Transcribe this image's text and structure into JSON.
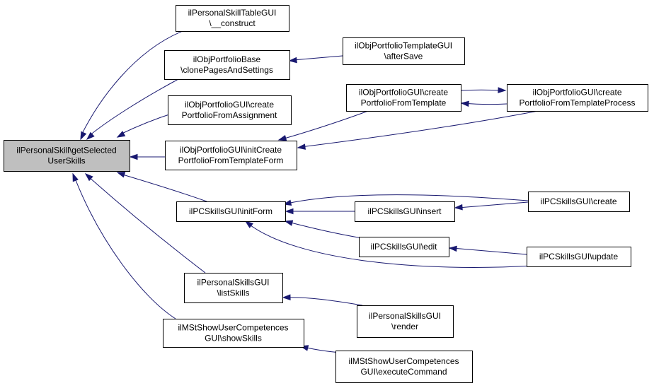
{
  "diagram": {
    "colors": {
      "edge": "#191970",
      "root_fill": "#bfbfbf",
      "node_fill": "#ffffff",
      "node_border": "#000000"
    },
    "nodes": [
      {
        "id": "root",
        "lines": [
          "ilPersonalSkill\\getSelected",
          "UserSkills"
        ],
        "root": true
      },
      {
        "id": "pstable",
        "lines": [
          "ilPersonalSkillTableGUI",
          "\\__construct"
        ]
      },
      {
        "id": "pfbase",
        "lines": [
          "ilObjPortfolioBase",
          "\\clonePagesAndSettings"
        ]
      },
      {
        "id": "pftpl_after",
        "lines": [
          "ilObjPortfolioTemplateGUI",
          "\\afterSave"
        ]
      },
      {
        "id": "pf_assign",
        "lines": [
          "ilObjPortfolioGUI\\create",
          "PortfolioFromAssignment"
        ]
      },
      {
        "id": "pf_fromtpl",
        "lines": [
          "ilObjPortfolioGUI\\create",
          "PortfolioFromTemplate"
        ]
      },
      {
        "id": "pf_fromtpl_proc",
        "lines": [
          "ilObjPortfolioGUI\\create",
          "PortfolioFromTemplateProcess"
        ]
      },
      {
        "id": "pf_initform",
        "lines": [
          "ilObjPortfolioGUI\\initCreate",
          "PortfolioFromTemplateForm"
        ]
      },
      {
        "id": "pcs_initform",
        "lines": [
          "ilPCSkillsGUI\\initForm"
        ]
      },
      {
        "id": "pcs_insert",
        "lines": [
          "ilPCSkillsGUI\\insert"
        ]
      },
      {
        "id": "pcs_create",
        "lines": [
          "ilPCSkillsGUI\\create"
        ]
      },
      {
        "id": "pcs_edit",
        "lines": [
          "ilPCSkillsGUI\\edit"
        ]
      },
      {
        "id": "pcs_update",
        "lines": [
          "ilPCSkillsGUI\\update"
        ]
      },
      {
        "id": "psg_list",
        "lines": [
          "ilPersonalSkillsGUI",
          "\\listSkills"
        ]
      },
      {
        "id": "psg_render",
        "lines": [
          "ilPersonalSkillsGUI",
          "\\render"
        ]
      },
      {
        "id": "mst_show",
        "lines": [
          "ilMStShowUserCompetences",
          "GUI\\showSkills"
        ]
      },
      {
        "id": "mst_exec",
        "lines": [
          "ilMStShowUserCompetences",
          "GUI\\executeCommand"
        ]
      }
    ],
    "edges": [
      {
        "from": "pstable",
        "to": "root"
      },
      {
        "from": "pfbase",
        "to": "root"
      },
      {
        "from": "pf_assign",
        "to": "root"
      },
      {
        "from": "pf_initform",
        "to": "root"
      },
      {
        "from": "pcs_initform",
        "to": "root"
      },
      {
        "from": "psg_list",
        "to": "root"
      },
      {
        "from": "mst_show",
        "to": "root"
      },
      {
        "from": "pftpl_after",
        "to": "pfbase"
      },
      {
        "from": "pf_fromtpl",
        "to": "pf_initform"
      },
      {
        "from": "pf_fromtpl_proc",
        "to": "pf_initform"
      },
      {
        "from": "pf_fromtpl",
        "to": "pf_fromtpl_proc"
      },
      {
        "from": "pf_fromtpl_proc",
        "to": "pf_fromtpl"
      },
      {
        "from": "pcs_insert",
        "to": "pcs_initform"
      },
      {
        "from": "pcs_create",
        "to": "pcs_initform"
      },
      {
        "from": "pcs_edit",
        "to": "pcs_initform"
      },
      {
        "from": "pcs_update",
        "to": "pcs_initform"
      },
      {
        "from": "pcs_create",
        "to": "pcs_insert"
      },
      {
        "from": "pcs_update",
        "to": "pcs_edit"
      },
      {
        "from": "psg_render",
        "to": "psg_list"
      },
      {
        "from": "mst_exec",
        "to": "mst_show"
      }
    ]
  }
}
